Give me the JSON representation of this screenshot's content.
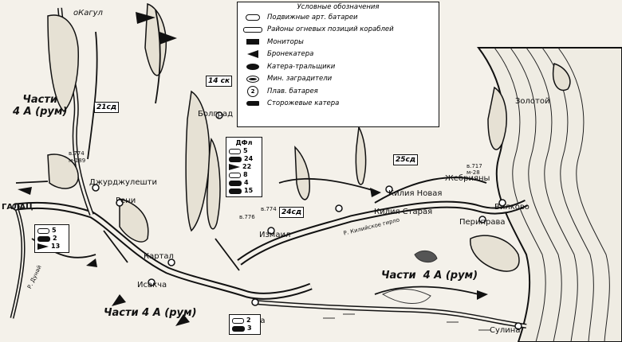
{
  "legend": {
    "title": "Условные обозначения",
    "items": [
      {
        "icon": "mobile-battery-icon",
        "label": "Подвижные арт. батареи"
      },
      {
        "icon": "ship-firing-area-icon",
        "label": "Районы огневых позиций кораблей"
      },
      {
        "icon": "monitor-icon",
        "label": "Мониторы"
      },
      {
        "icon": "armored-boat-icon",
        "label": "Бронекатера"
      },
      {
        "icon": "minesweeper-boat-icon",
        "label": "Катера-тральщики"
      },
      {
        "icon": "minelayer-icon",
        "label": "Мин. заградители"
      },
      {
        "icon": "floating-battery-icon",
        "label": "Плав. батарея"
      },
      {
        "icon": "patrol-boat-icon",
        "label": "Сторожевые катера"
      }
    ]
  },
  "flags": {
    "f14": "14 ск",
    "f21": "21сд",
    "f25": "25сд",
    "f24": "24сд"
  },
  "places": {
    "kagul": "оКагул",
    "bolgrad": "Болград",
    "galatz": "ГАЛАЦ",
    "dzhurdzhuleshty": "Джурджулешти",
    "reni": "Рени",
    "kartal": "Картал",
    "isakcha": "Исакча",
    "izmail": "Измаил",
    "tulcha": "Тулча",
    "kiliya_nova": "Килия Новая",
    "kiliya_staraya": "Килия Старая",
    "periprava": "Периправа",
    "vilkovo": "Вилково",
    "zhebriyany": "Жебрияны",
    "zolotoy": "Золотой",
    "sulina": "Сулина",
    "chilia_branch": "Р. Килийское гирло"
  },
  "units": {
    "left": "Части\n4 А (рум)",
    "bottom": "Части 4 А (рум)",
    "right": "Части  4 А (рум)"
  },
  "heights": {
    "h1": "в.774",
    "h1b": "м-189",
    "h2": "в.776",
    "h3": "в.774",
    "h4": "в.717",
    "h4b": "м-28"
  },
  "flotilla_box": {
    "title": "ДФл",
    "rows": [
      {
        "icon": "oval",
        "value": "5"
      },
      {
        "icon": "bar",
        "value": "24"
      },
      {
        "icon": "tri",
        "value": "22"
      },
      {
        "icon": "oval",
        "value": "8"
      },
      {
        "icon": "bar",
        "value": "4"
      },
      {
        "icon": "boat",
        "value": "15"
      }
    ]
  },
  "galatz_box": {
    "rows": [
      {
        "icon": "oval",
        "value": "5"
      },
      {
        "icon": "bar",
        "value": "2"
      },
      {
        "icon": "tri",
        "value": "13"
      }
    ]
  },
  "tulcha_box": {
    "rows": [
      {
        "icon": "oval",
        "value": "2"
      },
      {
        "icon": "bar",
        "value": "3"
      }
    ]
  },
  "river_label": "Р. Дунай"
}
